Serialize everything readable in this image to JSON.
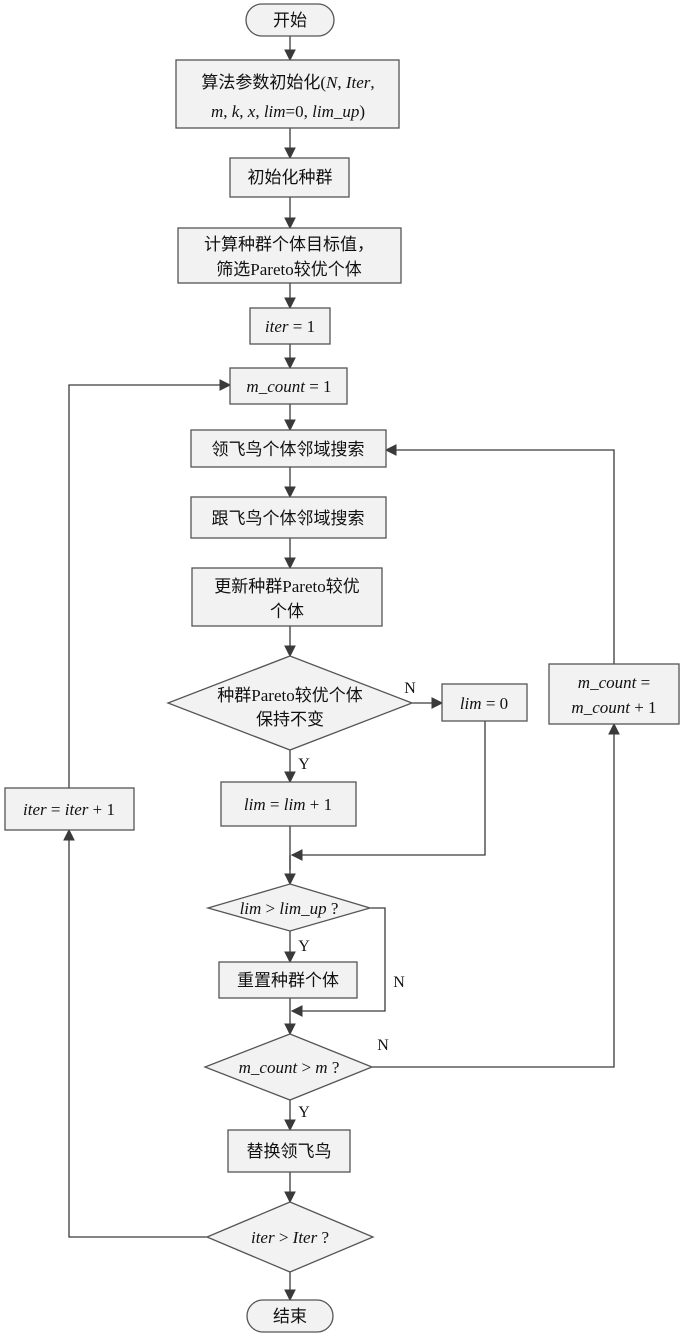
{
  "nodes": {
    "start": "开始",
    "init_params": {
      "line1_prefix": "算法参数初始化(",
      "line1_N": "N",
      "line1_sep": ", ",
      "line1_Iter": "Iter",
      "line1_end": ",",
      "line2_m": "m",
      "line2_sep1": ", ",
      "line2_k": "k",
      "line2_sep2": ", ",
      "line2_x": "x",
      "line2_sep3": ", ",
      "line2_lim": "lim",
      "line2_eq": "=0, ",
      "line2_limup": "lim_up",
      "line2_close": ")"
    },
    "init_pop": "初始化种群",
    "calc": {
      "line1": "计算种群个体目标值，",
      "line2": "筛选Pareto较优个体"
    },
    "iter_init": {
      "var": "iter",
      "rest": " = 1"
    },
    "mcount_init": {
      "var": "m_count",
      "rest": " = 1"
    },
    "leader_search": "领飞鸟个体邻域搜索",
    "follower_search": "跟飞鸟个体邻域搜索",
    "update_pareto": {
      "line1": "更新种群Pareto较优",
      "line2": "个体"
    },
    "dec_unchanged": {
      "line1": "种群Pareto较优个体",
      "line2": "保持不变"
    },
    "lim_zero": {
      "var": "lim",
      "rest": " = 0"
    },
    "lim_inc": {
      "var1": "lim",
      "mid": " = ",
      "var2": "lim",
      "rest": " + 1"
    },
    "dec_lim": {
      "var1": "lim",
      "mid": " > ",
      "var2": "lim_up",
      "rest": " ?"
    },
    "reset_pop": "重置种群个体",
    "dec_mcount": {
      "var1": "m_count",
      "mid": " > ",
      "var2": "m",
      "rest": " ?"
    },
    "replace_leader": "替换领飞鸟",
    "dec_iter": {
      "var1": "iter",
      "mid": " > ",
      "var2": "Iter",
      "rest": " ?"
    },
    "mcount_inc": {
      "line1_var": "m_count",
      "line1_rest": " =",
      "line2_var": "m_count",
      "line2_rest": " + 1"
    },
    "iter_inc": {
      "var1": "iter",
      "mid": " = ",
      "var2": "iter",
      "rest": " + 1"
    },
    "end": "结束"
  },
  "edge_labels": {
    "unchanged_no": "N",
    "unchanged_yes": "Y",
    "lim_yes": "Y",
    "lim_no": "N",
    "mcount_no": "N",
    "mcount_yes": "Y"
  }
}
